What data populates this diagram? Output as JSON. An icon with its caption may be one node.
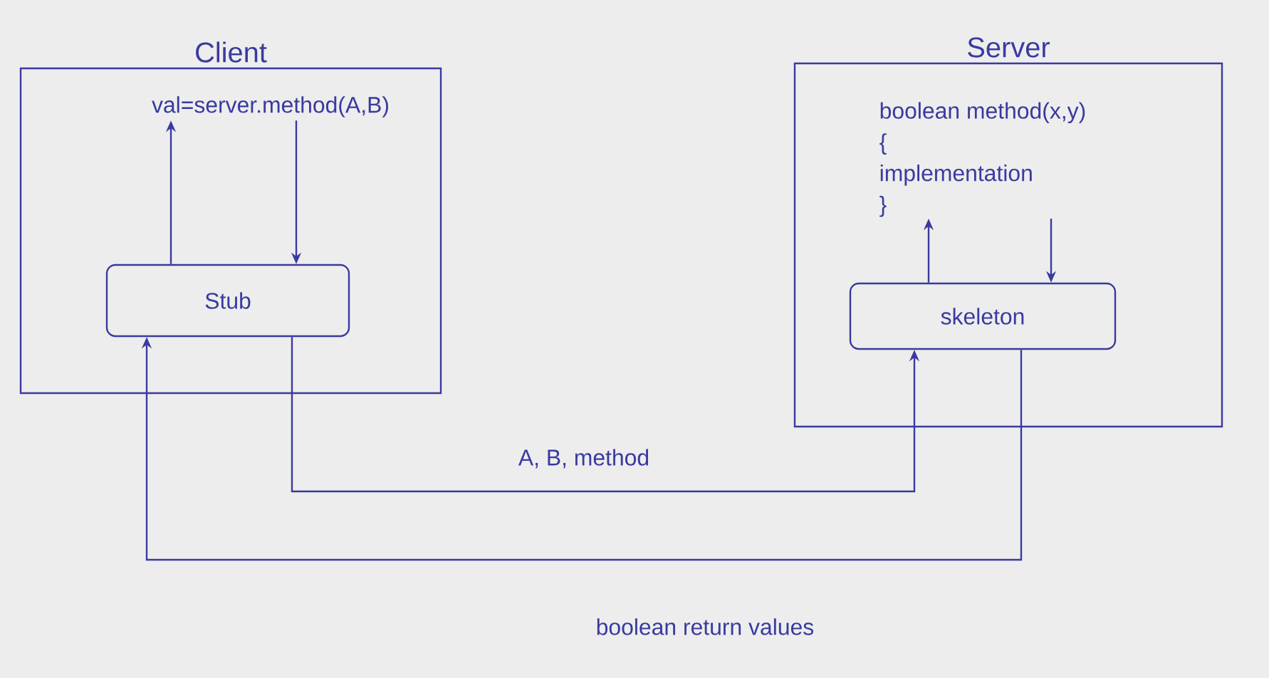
{
  "diagram": {
    "nodes": [
      {
        "text": [
          "Client"
        ]
      },
      {
        "text": [
          "val=server.method(A,B)"
        ],
        "in": 0
      },
      {
        "text": [
          "Stub"
        ],
        "in": 0
      },
      {
        "text": [
          "Server"
        ]
      },
      {
        "text": [
          "boolean method(x,y)",
          "{",
          "implementation",
          "}"
        ],
        "in": 3
      },
      {
        "text": [
          "skeleton"
        ],
        "in": 3
      }
    ],
    "edges": [
      {
        "from": 2,
        "to": 1,
        "arrow": "to"
      },
      {
        "from": 1,
        "to": 2,
        "arrow": "to"
      },
      {
        "from": 5,
        "to": 4,
        "arrow": "to"
      },
      {
        "from": 4,
        "to": 5,
        "arrow": "to"
      },
      {
        "from": 2,
        "to": 5,
        "arrow": "to",
        "label": "A, B, method"
      },
      {
        "from": 5,
        "to": 2,
        "arrow": "to",
        "label": "boolean return values"
      }
    ]
  }
}
